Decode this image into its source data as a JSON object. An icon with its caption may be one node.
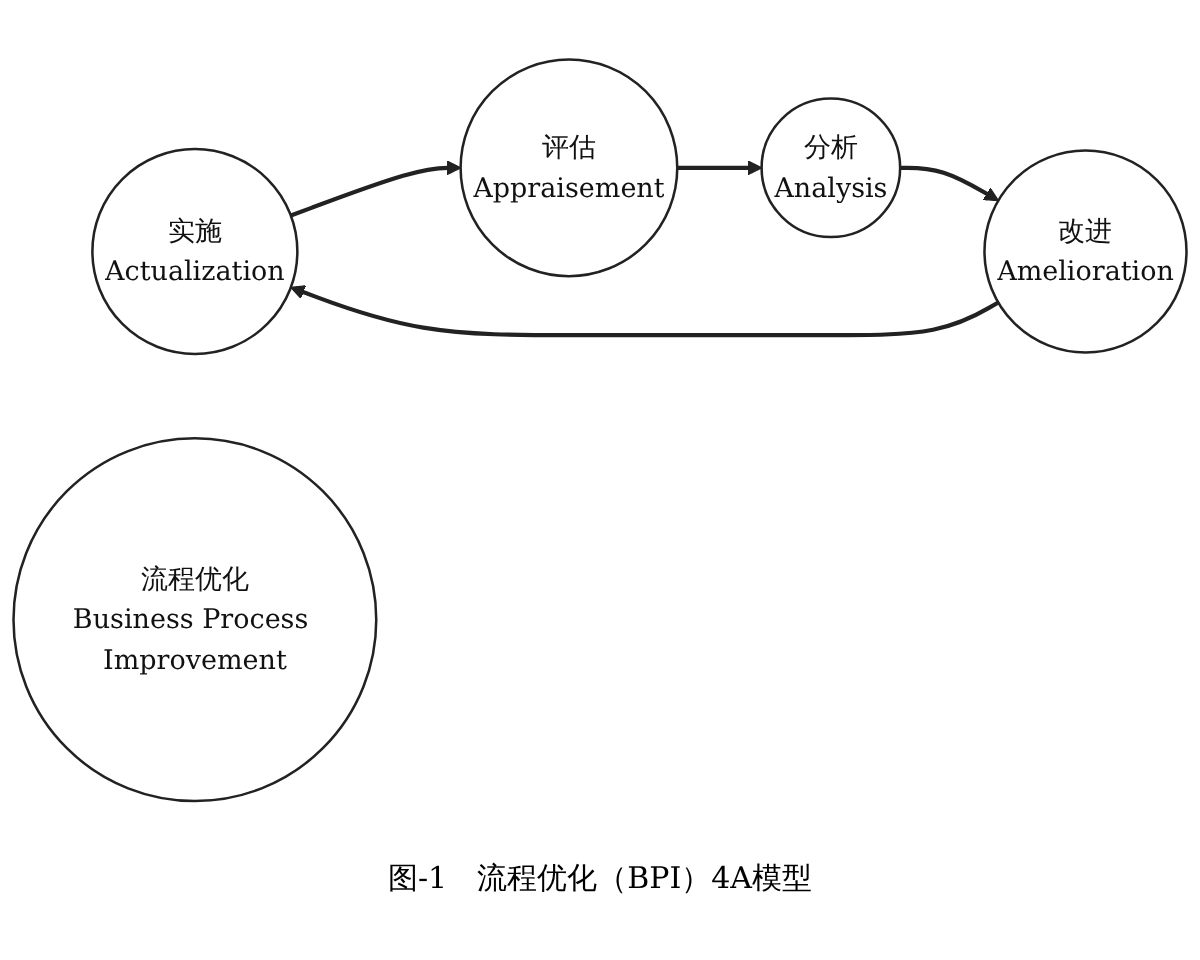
{
  "diagram": {
    "caption": "图-1　流程优化（BPI）4A模型",
    "nodes": [
      {
        "text": [
          "实施",
          "Actualization"
        ]
      },
      {
        "text": [
          "评估",
          "Appraisement"
        ]
      },
      {
        "text": [
          "流程优化",
          "Business Process Improvement"
        ]
      },
      {
        "text": [
          "分析",
          "Analysis"
        ]
      },
      {
        "text": [
          "改进",
          "Amelioration"
        ]
      }
    ],
    "edges": [
      {
        "from": 0,
        "to": 1,
        "arrow": "to"
      },
      {
        "from": 1,
        "to": 3,
        "arrow": "to"
      },
      {
        "from": 3,
        "to": 4,
        "arrow": "to"
      },
      {
        "from": 4,
        "to": 0,
        "arrow": "to"
      }
    ]
  }
}
